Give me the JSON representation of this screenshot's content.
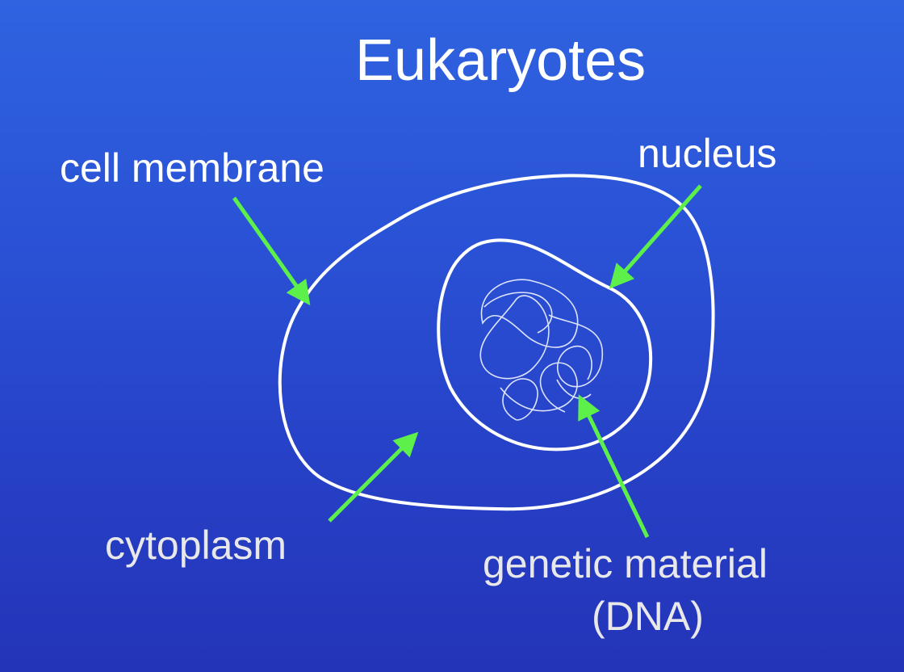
{
  "title": "Eukaryotes",
  "labels": {
    "cell_membrane": "cell membrane",
    "nucleus": "nucleus",
    "cytoplasm": "cytoplasm",
    "genetic_material": "genetic material",
    "dna": "(DNA)"
  },
  "colors": {
    "background_top": "#2f63e0",
    "background_bottom": "#2434b8",
    "outline": "#ffffff",
    "arrow": "#5ef04a"
  }
}
